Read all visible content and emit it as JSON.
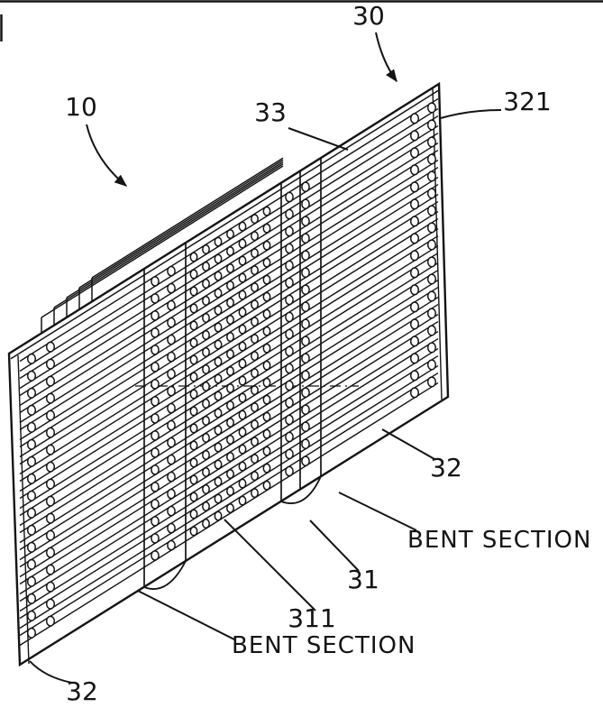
{
  "figure": {
    "labels": {
      "ref_10": "10",
      "ref_30": "30",
      "ref_33": "33",
      "ref_321": "321",
      "ref_32_right": "32",
      "ref_31": "31",
      "ref_311": "311",
      "ref_32_bottom": "32",
      "bent_section_right": "BENT SECTION",
      "bent_section_bottom": "BENT SECTION"
    }
  },
  "colors": {
    "ink": "#141414",
    "background": "#ffffff"
  }
}
